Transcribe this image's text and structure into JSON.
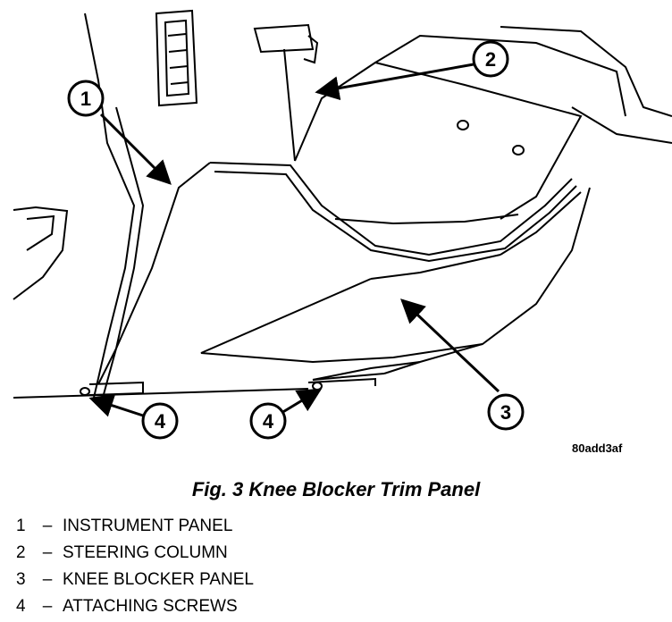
{
  "figure": {
    "code": "80add3af",
    "caption": "Fig. 3 Knee Blocker Trim Panel"
  },
  "callouts": [
    {
      "number": "1",
      "target": "instrument-panel"
    },
    {
      "number": "2",
      "target": "steering-column"
    },
    {
      "number": "3",
      "target": "knee-blocker-panel"
    },
    {
      "number": "4",
      "target": "attaching-screw-left"
    },
    {
      "number": "4",
      "target": "attaching-screw-center"
    }
  ],
  "legend": [
    {
      "number": "1",
      "dash": "–",
      "label": "INSTRUMENT PANEL"
    },
    {
      "number": "2",
      "dash": "–",
      "label": "STEERING COLUMN"
    },
    {
      "number": "3",
      "dash": "–",
      "label": "KNEE BLOCKER PANEL"
    },
    {
      "number": "4",
      "dash": "–",
      "label": "ATTACHING SCREWS"
    }
  ]
}
